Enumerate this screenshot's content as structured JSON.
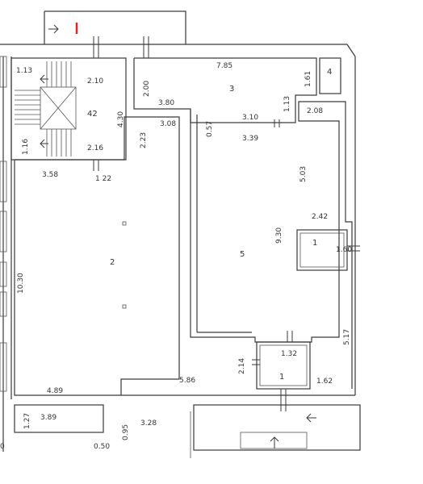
{
  "floor_plan": {
    "rooms": [
      {
        "id": "room-42",
        "label": "42"
      },
      {
        "id": "room-2",
        "label": "2"
      },
      {
        "id": "room-3",
        "label": "3"
      },
      {
        "id": "room-4",
        "label": "4"
      },
      {
        "id": "room-5",
        "label": "5"
      },
      {
        "id": "room-1-top",
        "label": "1"
      },
      {
        "id": "room-1-bottom",
        "label": "1"
      }
    ],
    "dimensions": [
      {
        "id": "d-1-13",
        "text": "1.13"
      },
      {
        "id": "d-2-10",
        "text": "2.10"
      },
      {
        "id": "d-4-30",
        "text": "4.30"
      },
      {
        "id": "d-2-16",
        "text": "2.16"
      },
      {
        "id": "d-1-16",
        "text": "1.16"
      },
      {
        "id": "d-3-58",
        "text": "3.58"
      },
      {
        "id": "d-1-22",
        "text": "1 22"
      },
      {
        "id": "d-2-00",
        "text": "2.00"
      },
      {
        "id": "d-7-85",
        "text": "7.85"
      },
      {
        "id": "d-1-61",
        "text": "1.61"
      },
      {
        "id": "d-3-80",
        "text": "3.80"
      },
      {
        "id": "d-3-10",
        "text": "3.10"
      },
      {
        "id": "d-1-13b",
        "text": "1.13"
      },
      {
        "id": "d-2-08",
        "text": "2.08"
      },
      {
        "id": "d-3-08",
        "text": "3.08"
      },
      {
        "id": "d-0-57",
        "text": "0.57"
      },
      {
        "id": "d-3-39",
        "text": "3.39"
      },
      {
        "id": "d-2-23",
        "text": "2.23"
      },
      {
        "id": "d-5-03",
        "text": "5.03"
      },
      {
        "id": "d-2-42",
        "text": "2.42"
      },
      {
        "id": "d-9-30",
        "text": "9.30"
      },
      {
        "id": "d-1-60",
        "text": "1.60"
      },
      {
        "id": "d-10-30",
        "text": "10.30"
      },
      {
        "id": "d-5-17",
        "text": "5.17"
      },
      {
        "id": "d-1-32",
        "text": "1.32"
      },
      {
        "id": "d-2-14",
        "text": "2.14"
      },
      {
        "id": "d-1-62",
        "text": "1.62"
      },
      {
        "id": "d-4-89",
        "text": "4.89"
      },
      {
        "id": "d-5-86",
        "text": "5.86"
      },
      {
        "id": "d-1-27",
        "text": "1.27"
      },
      {
        "id": "d-3-89",
        "text": "3.89"
      },
      {
        "id": "d-0-95",
        "text": "0.95"
      },
      {
        "id": "d-3-28",
        "text": "3.28"
      },
      {
        "id": "d-0-50",
        "text": "0.50"
      },
      {
        "id": "d-0",
        "text": "0"
      }
    ]
  }
}
